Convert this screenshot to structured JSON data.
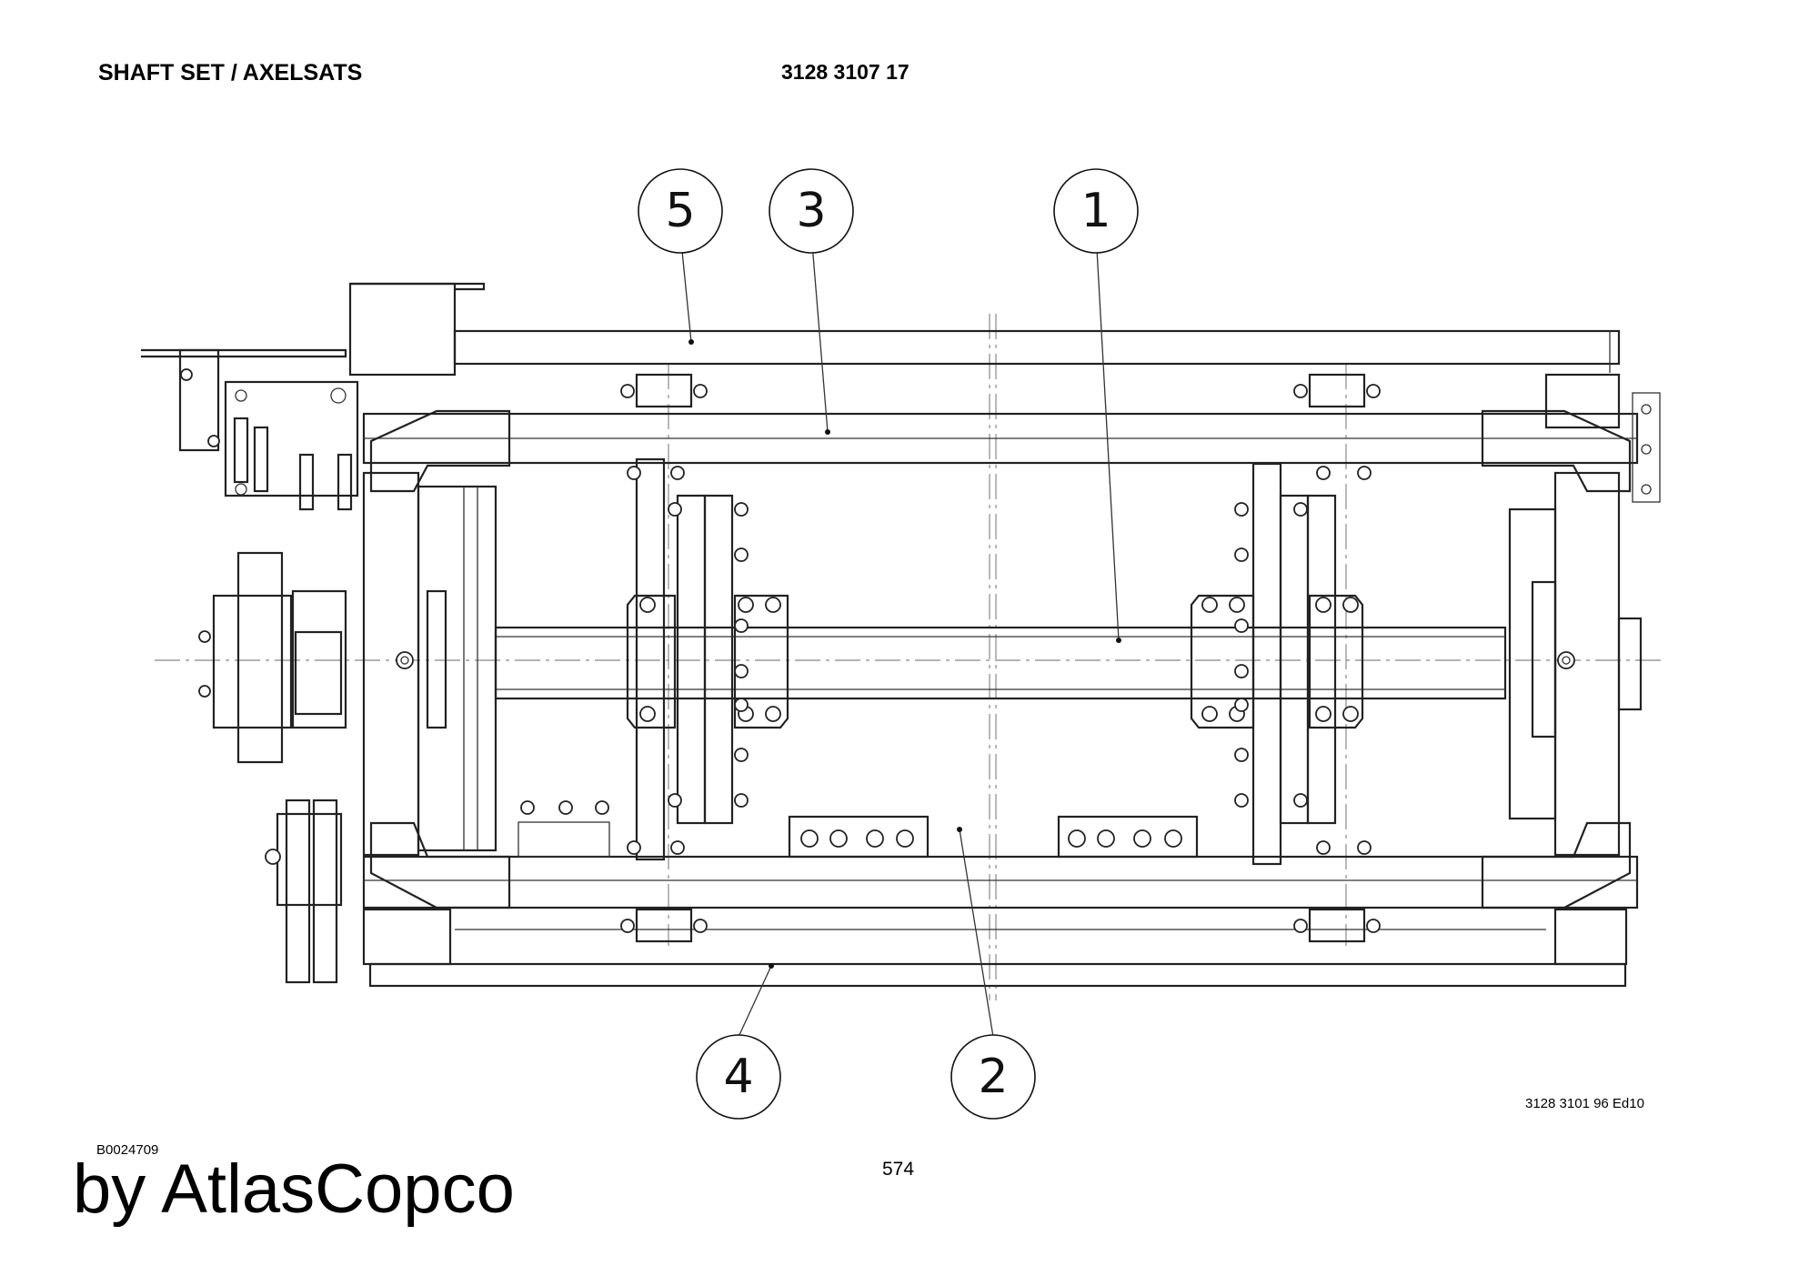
{
  "header": {
    "title": "SHAFT SET / AXELSATS",
    "part_number": "3128 3107 17"
  },
  "diagram": {
    "callouts": [
      "1",
      "2",
      "3",
      "4",
      "5"
    ],
    "drawing_reference": "3128 3101 96  Ed10"
  },
  "footer": {
    "image_code": "B0024709",
    "page_number": "574",
    "brand": "by AtlasCopco"
  }
}
